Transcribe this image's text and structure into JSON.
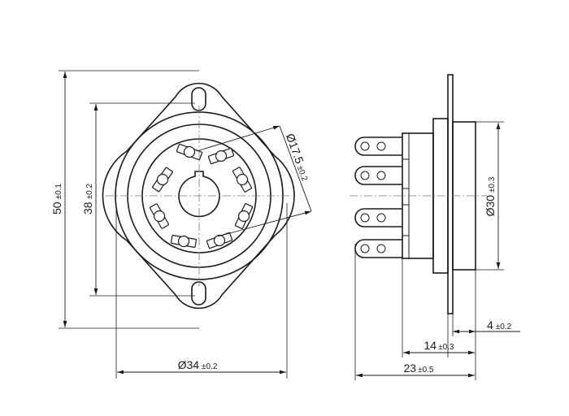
{
  "dimensions": {
    "height_50": {
      "main": "50",
      "tol": "±0.1"
    },
    "hole_pitch_38": {
      "main": "38",
      "tol": "±0.2"
    },
    "pin_circle": {
      "main": "Ø17.5",
      "tol": "±0.2"
    },
    "diameter_34": {
      "main": "Ø34",
      "tol": "±0.2"
    },
    "diameter_30": {
      "main": "Ø30",
      "tol": "±0.3"
    },
    "flange_4": {
      "main": "4",
      "tol": "±0.2"
    },
    "length_14": {
      "main": "14",
      "tol": "±0.3"
    },
    "length_23": {
      "main": "23",
      "tol": "±0.5"
    }
  }
}
